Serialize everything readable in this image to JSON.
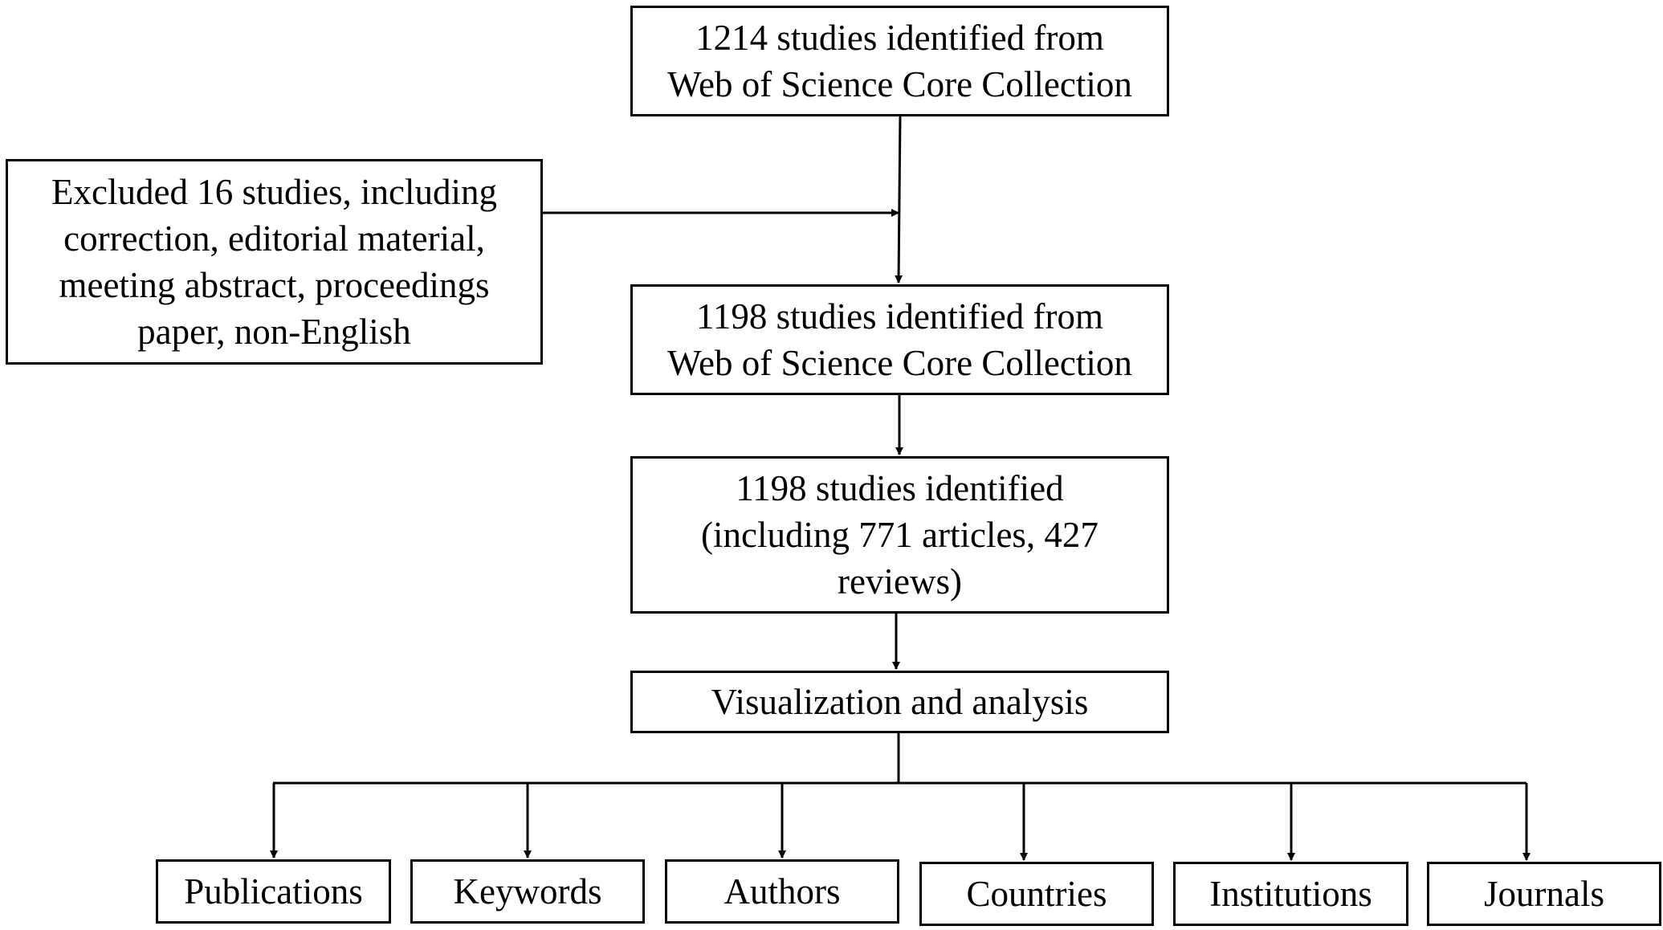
{
  "nodes": {
    "initial": {
      "lines": [
        "1214 studies identified from",
        "Web of Science Core Collection"
      ]
    },
    "excluded": {
      "lines": [
        "Excluded 16 studies, including",
        "correction, editorial material,",
        "meeting abstract, proceedings",
        "paper, non-English"
      ]
    },
    "after_exclusion": {
      "lines": [
        "1198 studies identified from",
        "Web of Science Core Collection"
      ]
    },
    "final": {
      "lines": [
        "1198 studies identified",
        "(including 771 articles, 427",
        "reviews)"
      ]
    },
    "analysis": {
      "label": "Visualization and analysis"
    }
  },
  "outputs": [
    "Publications",
    "Keywords",
    "Authors",
    "Countries",
    "Institutions",
    "Journals"
  ]
}
